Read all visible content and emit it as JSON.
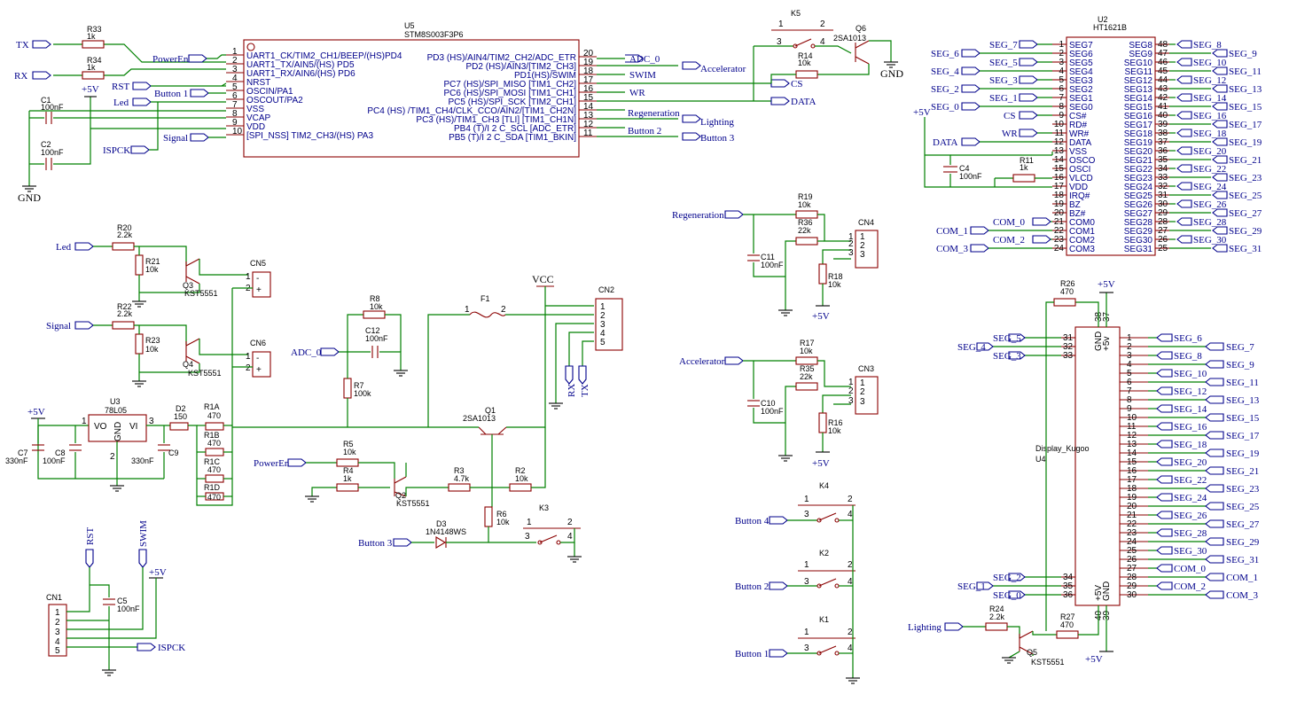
{
  "u5": {
    "ref": "U5",
    "part": "STM8S003F3P6",
    "left": [
      {
        "n": "1",
        "t": "UART1_CK/TIM2_CH1/BEEP/(HS)PD4"
      },
      {
        "n": "2",
        "t": "UART1_TX/AIN5/(HS) PD5"
      },
      {
        "n": "3",
        "t": "UART1_RX/AIN6/(HS) PD6"
      },
      {
        "n": "4",
        "t": "NRST"
      },
      {
        "n": "5",
        "t": "OSCIN/PA1"
      },
      {
        "n": "6",
        "t": "OSCOUT/PA2"
      },
      {
        "n": "7",
        "t": "VSS"
      },
      {
        "n": "8",
        "t": "VCAP"
      },
      {
        "n": "9",
        "t": "VDD"
      },
      {
        "n": "10",
        "t": "[SPI_NSS] TIM2_CH3/(HS) PA3"
      }
    ],
    "right": [
      {
        "n": "20",
        "t": "PD3 (HS)/AIN4/TIM2_CH2/ADC_ETR"
      },
      {
        "n": "19",
        "t": "PD2 (HS)/AIN3/[TIM2_CH3]"
      },
      {
        "n": "18",
        "t": "PD1(HS)/SWIM"
      },
      {
        "n": "17",
        "t": "PC7 (HS)/SPI_MISO [TIM1_CH2]"
      },
      {
        "n": "16",
        "t": "PC6 (HS)/SPI_MOSI [TIM1_CH1]"
      },
      {
        "n": "15",
        "t": "PC5 (HS)/SPI_SCK [TIM2_CH1]"
      },
      {
        "n": "14",
        "t": "PC4 (HS) /TIM1_CH4/CLK_CCO/AIN2/[TIM1_CH2N]"
      },
      {
        "n": "13",
        "t": "PC3 (HS)/TIM1_CH3 [TLI] [TIM1_CH1N]"
      },
      {
        "n": "12",
        "t": "PB4 (T)/I 2 C_SCL [ADC_ETR]"
      },
      {
        "n": "11",
        "t": "PB5 (T)/I 2 C_SDA [TIM1_BKIN]"
      }
    ]
  },
  "u5_left_nets": [
    "PowerEn",
    "RST",
    "Button 1",
    "Led",
    "Signal",
    "ISPCK"
  ],
  "u5_right_nets": [
    "ADC_0",
    "Accelerator",
    "SWIM",
    "CS",
    "WR",
    "DATA",
    "Regeneration",
    "Lighting",
    "Button 2",
    "Button 3"
  ],
  "u2": {
    "ref": "U2",
    "part": "HT1621B",
    "left": [
      {
        "n": "1",
        "t": "SEG7"
      },
      {
        "n": "2",
        "t": "SEG6"
      },
      {
        "n": "3",
        "t": "SEG5"
      },
      {
        "n": "4",
        "t": "SEG4"
      },
      {
        "n": "5",
        "t": "SEG3"
      },
      {
        "n": "6",
        "t": "SEG2"
      },
      {
        "n": "7",
        "t": "SEG1"
      },
      {
        "n": "8",
        "t": "SEG0"
      },
      {
        "n": "9",
        "t": "CS#"
      },
      {
        "n": "10",
        "t": "RD#"
      },
      {
        "n": "11",
        "t": "WR#"
      },
      {
        "n": "12",
        "t": "DATA"
      },
      {
        "n": "13",
        "t": "VSS"
      },
      {
        "n": "14",
        "t": "OSCO"
      },
      {
        "n": "15",
        "t": "OSCI"
      },
      {
        "n": "16",
        "t": "VLCD"
      },
      {
        "n": "17",
        "t": "VDD"
      },
      {
        "n": "18",
        "t": "IRQ#"
      },
      {
        "n": "19",
        "t": "BZ"
      },
      {
        "n": "20",
        "t": "BZ#"
      },
      {
        "n": "21",
        "t": "COM0"
      },
      {
        "n": "22",
        "t": "COM1"
      },
      {
        "n": "23",
        "t": "COM2"
      },
      {
        "n": "24",
        "t": "COM3"
      }
    ],
    "right": [
      {
        "n": "48",
        "t": "SEG8"
      },
      {
        "n": "47",
        "t": "SEG9"
      },
      {
        "n": "46",
        "t": "SEG10"
      },
      {
        "n": "45",
        "t": "SEG11"
      },
      {
        "n": "44",
        "t": "SEG12"
      },
      {
        "n": "43",
        "t": "SEG13"
      },
      {
        "n": "42",
        "t": "SEG14"
      },
      {
        "n": "41",
        "t": "SEG15"
      },
      {
        "n": "40",
        "t": "SEG16"
      },
      {
        "n": "39",
        "t": "SEG17"
      },
      {
        "n": "38",
        "t": "SEG18"
      },
      {
        "n": "37",
        "t": "SEG19"
      },
      {
        "n": "36",
        "t": "SEG20"
      },
      {
        "n": "35",
        "t": "SEG21"
      },
      {
        "n": "34",
        "t": "SEG22"
      },
      {
        "n": "33",
        "t": "SEG23"
      },
      {
        "n": "32",
        "t": "SEG24"
      },
      {
        "n": "31",
        "t": "SEG25"
      },
      {
        "n": "30",
        "t": "SEG26"
      },
      {
        "n": "29",
        "t": "SEG27"
      },
      {
        "n": "28",
        "t": "SEG28"
      },
      {
        "n": "27",
        "t": "SEG29"
      },
      {
        "n": "26",
        "t": "SEG30"
      },
      {
        "n": "25",
        "t": "SEG31"
      }
    ]
  },
  "u2_left_nets": [
    "SEG_7",
    "SEG_6",
    "SEG_5",
    "SEG_4",
    "SEG_3",
    "SEG_2",
    "SEG_1",
    "SEG_0",
    "CS",
    "WR",
    "DATA",
    "COM_0",
    "COM_1",
    "COM_2",
    "COM_3"
  ],
  "u2_right_nets": [
    "SEG_8",
    "SEG_9",
    "SEG_10",
    "SEG_11",
    "SEG_12",
    "SEG_13",
    "SEG_14",
    "SEG_15",
    "SEG_16",
    "SEG_17",
    "SEG_18",
    "SEG_19",
    "SEG_20",
    "SEG_21",
    "SEG_22",
    "SEG_23",
    "SEG_24",
    "SEG_25",
    "SEG_26",
    "SEG_27",
    "SEG_28",
    "SEG_29",
    "SEG_30",
    "SEG_31"
  ],
  "u4": {
    "ref": "U4",
    "part": "Display_Kugoo",
    "top_pins": [
      "38",
      "37"
    ],
    "top_labels": [
      "GND",
      "+5v"
    ],
    "bottom_pins": [
      "40",
      "39"
    ],
    "bottom_labels": [
      "+5V",
      "GND"
    ],
    "left_pins": [
      "31",
      "32",
      "33",
      "34",
      "35",
      "36"
    ],
    "right_pins": [
      "1",
      "2",
      "3",
      "4",
      "5",
      "6",
      "7",
      "8",
      "9",
      "10",
      "11",
      "12",
      "13",
      "14",
      "15",
      "16",
      "17",
      "18",
      "19",
      "20",
      "21",
      "22",
      "23",
      "24",
      "25",
      "26",
      "27",
      "28",
      "29",
      "30"
    ],
    "right_nets_a": [
      "SEG_6",
      "SEG_8",
      "SEG_10",
      "SEG_12",
      "SEG_14",
      "SEG_16",
      "SEG_18",
      "SEG_20",
      "SEG_22",
      "SEG_24",
      "SEG_26",
      "SEG_28",
      "SEG_30",
      "COM_0",
      "COM_2"
    ],
    "right_nets_b": [
      "SEG_7",
      "SEG_9",
      "SEG_11",
      "SEG_13",
      "SEG_15",
      "SEG_17",
      "SEG_19",
      "SEG_21",
      "SEG_23",
      "SEG_25",
      "SEG_27",
      "SEG_29",
      "SEG_31",
      "COM_1",
      "COM_3"
    ],
    "left_nets": [
      "SEG_5",
      "SEG_4",
      "SEG_3",
      "SEG_2",
      "SEG_1",
      "SEG_0"
    ]
  },
  "comps": {
    "r33": [
      "R33",
      "1k"
    ],
    "r34": [
      "R34",
      "1k"
    ],
    "c1": [
      "C1",
      "100nF"
    ],
    "c2": [
      "C2",
      "100nF"
    ],
    "k5": [
      "K5"
    ],
    "q6": [
      "Q6",
      "2SA1013"
    ],
    "r14": [
      "R14",
      "10k"
    ],
    "c4": [
      "C4",
      "100nF"
    ],
    "r11": [
      "R11",
      "1k"
    ],
    "r20": [
      "R20",
      "2.2k"
    ],
    "r21": [
      "R21",
      "10k"
    ],
    "q3": [
      "Q3",
      "KST5551"
    ],
    "cn5": [
      "CN5"
    ],
    "r22": [
      "R22",
      "2.2k"
    ],
    "r23": [
      "R23",
      "10k"
    ],
    "q4": [
      "Q4",
      "KST5551"
    ],
    "cn6": [
      "CN6"
    ],
    "r8": [
      "R8",
      "10k"
    ],
    "c12": [
      "C12",
      "100nF"
    ],
    "r7": [
      "R7",
      "100k"
    ],
    "f1": [
      "F1"
    ],
    "cn2": [
      "CN2"
    ],
    "u3": [
      "U3",
      "78L05"
    ],
    "c7": [
      "C7",
      "330nF"
    ],
    "c8": [
      "C8",
      "100nF"
    ],
    "c9": [
      "C9",
      "330nF"
    ],
    "d2": [
      "D2",
      "150"
    ],
    "r1a": [
      "R1A",
      "470"
    ],
    "r1b": [
      "R1B",
      "470"
    ],
    "r1c": [
      "R1C",
      "470"
    ],
    "r1d": [
      "R1D",
      "470"
    ],
    "q1": [
      "Q1",
      "2SA1013"
    ],
    "r5": [
      "R5",
      "10k"
    ],
    "r4": [
      "R4",
      "1k"
    ],
    "q2": [
      "Q2",
      "KST5551"
    ],
    "r3": [
      "R3",
      "4.7k"
    ],
    "r2": [
      "R2",
      "10k"
    ],
    "r6": [
      "R6",
      "10k"
    ],
    "k3": [
      "K3"
    ],
    "d3": [
      "D3",
      "1N4148WS"
    ],
    "cn1": [
      "CN1"
    ],
    "c5": [
      "C5",
      "100nF"
    ],
    "r19": [
      "R19",
      "10k"
    ],
    "r36": [
      "R36",
      "22k"
    ],
    "c11": [
      "C11",
      "100nF"
    ],
    "r18": [
      "R18",
      "10k"
    ],
    "cn4": [
      "CN4"
    ],
    "r17": [
      "R17",
      "10k"
    ],
    "r35": [
      "R35",
      "22k"
    ],
    "c10": [
      "C10",
      "100nF"
    ],
    "r16": [
      "R16",
      "10k"
    ],
    "cn3": [
      "CN3"
    ],
    "k4": [
      "K4"
    ],
    "k2": [
      "K2"
    ],
    "k1": [
      "K1"
    ],
    "r26": [
      "R26",
      "470"
    ],
    "r24": [
      "R24",
      "2.2k"
    ],
    "q5": [
      "Q5",
      "KST5551"
    ],
    "r27": [
      "R27",
      "470"
    ]
  },
  "u3_pins": {
    "vo": "VO",
    "vi": "VI",
    "gnd": "GND",
    "p1": "1",
    "p2": "2",
    "p3": "3"
  },
  "labels": {
    "tx": "TX",
    "rx": "RX",
    "gnd": "GND",
    "p5v": "+5V",
    "vcc": "VCC",
    "led": "Led",
    "signal": "Signal",
    "adc0": "ADC_0",
    "poweren": "PowerEn",
    "button3": "Button 3",
    "button4": "Button 4",
    "button2": "Button 2",
    "button1": "Button 1",
    "regeneration": "Regeneration",
    "accelerator": "Accelerator",
    "lighting": "Lighting",
    "rst": "RST",
    "swim": "SWIM",
    "ispck": "ISPCK",
    "cs": "CS",
    "wr": "WR",
    "data": "DATA",
    "seg0": "SEG_0",
    "cn2_rx": "RX",
    "cn2_tx": "TX"
  }
}
